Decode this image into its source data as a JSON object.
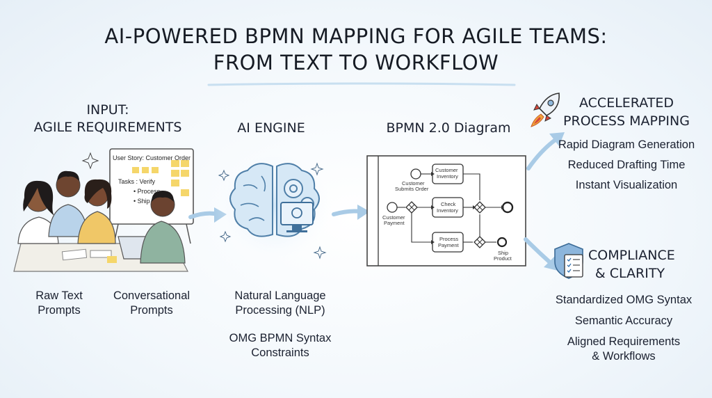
{
  "title": {
    "line1": "AI-POWERED BPMN MAPPING FOR AGILE TEAMS:",
    "line2": "FROM TEXT TO WORKFLOW"
  },
  "input": {
    "heading1": "INPUT:",
    "heading2": "AGILE REQUIREMENTS",
    "whiteboard": {
      "line1": "User Story: Customer Order",
      "line2": "Tasks : Verify",
      "line3": "• Process",
      "line4": "• Ship"
    },
    "labels": [
      {
        "line1": "Raw Text",
        "line2": "Prompts"
      },
      {
        "line1": "Conversational",
        "line2": "Prompts"
      }
    ]
  },
  "engine": {
    "heading": "AI ENGINE",
    "labels": [
      {
        "line1": "Natural Language",
        "line2": "Processing (NLP)"
      },
      {
        "line1": "OMG BPMN Syntax",
        "line2": "Constraints"
      }
    ]
  },
  "diagram": {
    "heading": "BPMN 2.0 Diagram",
    "nodes": {
      "customer_inventory": {
        "line1": "Customer",
        "line2": "Inventory"
      },
      "check_inventory": {
        "line1": "Check",
        "line2": "Inventory"
      },
      "process_payment": {
        "line1": "Process",
        "line2": "Payment"
      },
      "customer_submits": {
        "line1": "Customer",
        "line2": "Submits Order"
      },
      "customer_payment": {
        "line1": "Customer",
        "line2": "Payment"
      },
      "ship_product": {
        "line1": "Ship",
        "line2": "Product"
      }
    }
  },
  "accelerated": {
    "heading1": "ACCELERATED",
    "heading2": "PROCESS MAPPING",
    "items": [
      "Rapid Diagram Generation",
      "Reduced Drafting Time",
      "Instant Visualization"
    ]
  },
  "compliance": {
    "heading1": "COMPLIANCE",
    "heading2": "& CLARITY",
    "items": [
      "Standardized OMG Syntax",
      "Semantic Accuracy",
      "Aligned Requirements",
      "& Workflows"
    ]
  },
  "colors": {
    "accent_blue": "#5b95c9",
    "arrow_blue": "#a9cbe6",
    "rocket_red": "#d9463a",
    "ink": "#1b2130"
  }
}
